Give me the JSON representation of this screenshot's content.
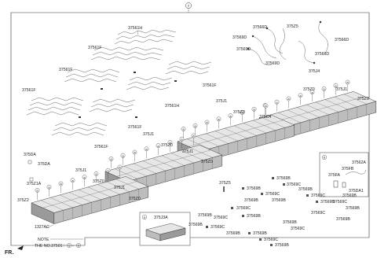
{
  "top_ref": "2",
  "labels": {
    "l37561H_a": "37561H",
    "l37561F_a": "37561F",
    "l37561F_b": "37561F",
    "l37561F_c": "37561F",
    "l37561H_b": "37561H",
    "l37561F_d": "37561F",
    "l37561F_e": "37561F",
    "l37561F_f": "37561F",
    "l37566D_a": "37566D",
    "l375Z5_a": "375Z5",
    "l37569D_a": "37569D",
    "l37566D_b": "37566D",
    "l37569D_b": "37569D",
    "l37566D_c": "37566D",
    "l37569D_c": "37569D",
    "l375J4": "375J4",
    "l375Z0_a": "375Z0",
    "l375J1_a": "375J1",
    "l375Z0_b": "375Z0",
    "l375J1_b": "375J1",
    "l375Z0_c": "375Z0",
    "l375C4": "375C4",
    "l375J1_c": "375J1",
    "l375Z0_d": "375Z0",
    "l375J1_d": "375J1",
    "l375Z0_e": "375Z0",
    "l375J1_e": "375J1",
    "l375Z0_f": "375Z0",
    "l375DA_a": "375DA",
    "l375DA_b": "375DA",
    "l375Z1A": "375Z1A",
    "l375Z2": "375Z2",
    "l1327AC": "1327AC",
    "l375Z5_b": "375Z5",
    "l375J3A": "375J3A",
    "l37562A": "37562A",
    "l375FB": "375FB",
    "l375FA": "375FA",
    "l375DA1": "375DA1",
    "l37569B_1": "37569B",
    "l37569C_1": "37569C",
    "l37569B_2": "37569B",
    "l37569C_2": "37569C",
    "l37569B_3": "37569B",
    "l37569B_4": "37569B",
    "l37569B_5": "37569B",
    "l37569C_3": "37569C",
    "l37569B_6": "37569B",
    "l37569C_4": "37569C",
    "l37569B_7": "37569B",
    "l37569B_8": "37569B",
    "l37569C_5": "37569C",
    "l37569C_6": "37569C",
    "l37569B_9": "37569B",
    "l37569B_10": "37569B",
    "l37569C_7": "37569C",
    "l37569B_11": "37569B",
    "l37569B_12": "37569B",
    "l37569C_8": "37569C",
    "l37569B_13": "37569B",
    "l37569C_9": "37569C",
    "l37569B_14": "37569B",
    "l37569C_10": "37569C",
    "l37569B_15": "37569B",
    "l37569B_16": "37569B"
  },
  "callouts": {
    "a": "a",
    "b": "b"
  },
  "inset_b": "b",
  "inset_a": "a",
  "note": {
    "title": "NOTE",
    "text": "THE NO.37501 :",
    "ref1": "1",
    "ref2": "2",
    "dash": "-"
  },
  "fr": "FR."
}
